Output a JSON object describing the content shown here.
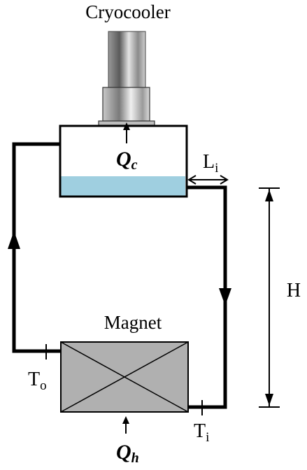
{
  "labels": {
    "cryocooler": "Cryocooler",
    "magnet": "Magnet",
    "qc_main": "Q",
    "qc_sub": "c",
    "qh_main": "Q",
    "qh_sub": "h",
    "li_main": "L",
    "li_sub": "i",
    "h": "H",
    "to_main": "T",
    "to_sub": "o",
    "ti_main": "T",
    "ti_sub": "i"
  },
  "colors": {
    "liquid": "#9fcfe0",
    "magnet_fill": "#b0b0b0",
    "line": "#000000"
  }
}
